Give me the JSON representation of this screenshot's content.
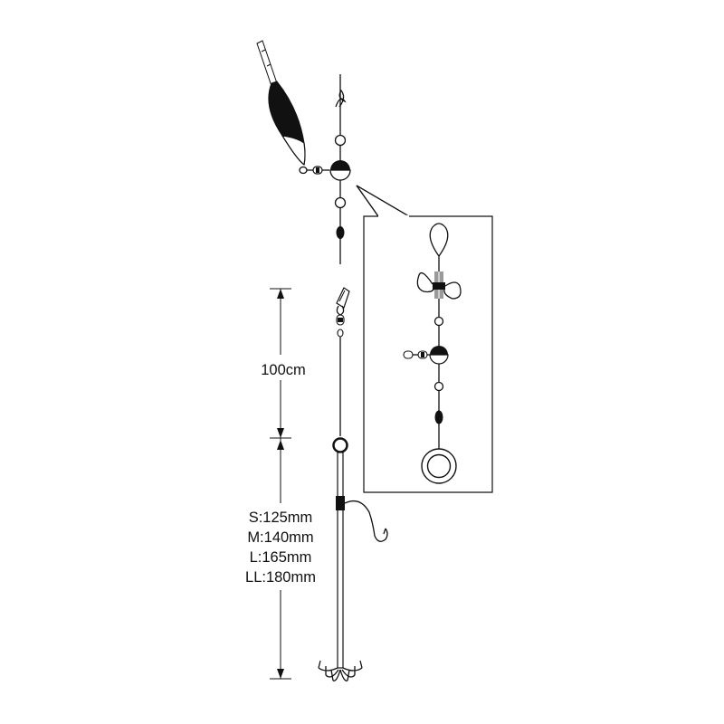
{
  "dimension_labels": {
    "upper_length": "100cm",
    "sizes": [
      "S:125mm",
      "M:140mm",
      "L:165mm",
      "LL:180mm"
    ]
  },
  "colors": {
    "ink": "#111111",
    "paper": "#ffffff",
    "detail_band": "#9a9a9a"
  },
  "icons": [
    "float-icon",
    "stopper-knot-icon",
    "bead-icon",
    "sinker-icon",
    "swivel-icon",
    "snap-icon",
    "ring-icon",
    "hook-icon",
    "treble-jig-hook-icon"
  ]
}
